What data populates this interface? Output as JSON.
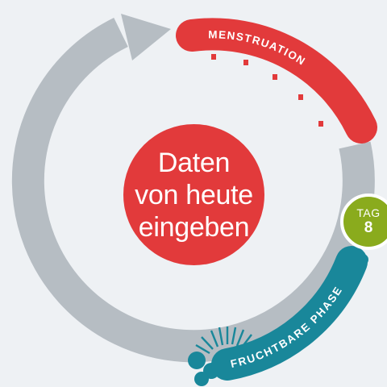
{
  "phases": {
    "menstruation": {
      "label": "MENSTRUATION",
      "color": "#e23a3b"
    },
    "fertile": {
      "label": "FRUCHTBARE PHASE",
      "color": "#19879a"
    }
  },
  "center_button": {
    "lines": [
      "Daten",
      "von heute",
      "eingeben"
    ],
    "color": "#e23a3b"
  },
  "day_indicator": {
    "prefix": "TAG",
    "day": "8",
    "color": "#8aab1d"
  },
  "colors": {
    "background": "#eef1f4",
    "cycle_ring": "#b6bdc3"
  }
}
